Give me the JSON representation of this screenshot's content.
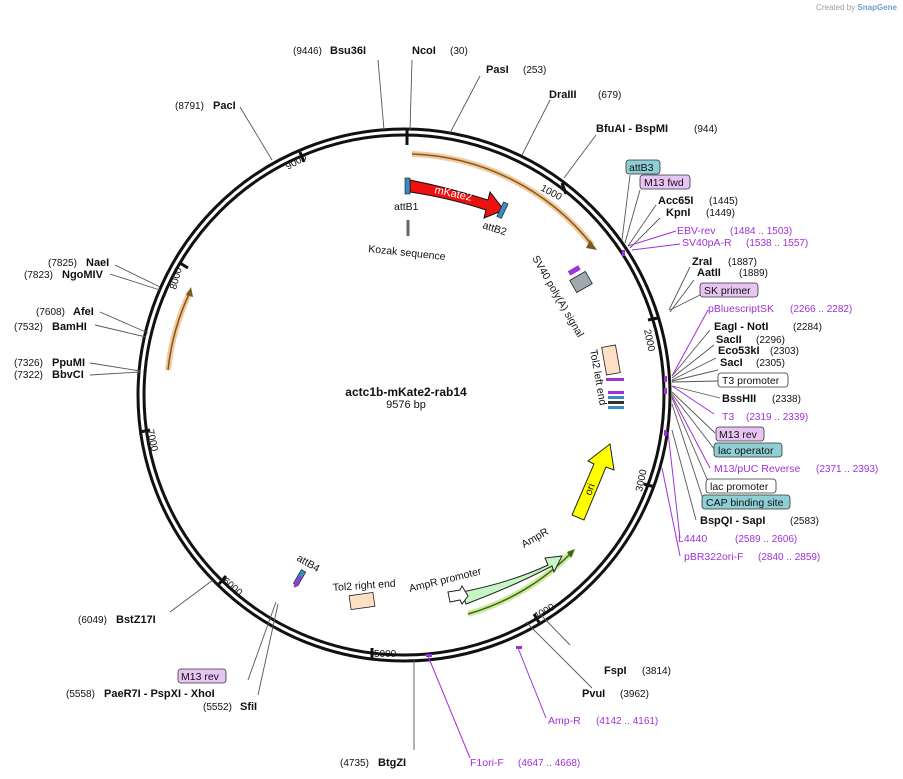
{
  "credit": {
    "prefix": "Created by",
    "brand": "SnapGene"
  },
  "plasmid": {
    "name": "actc1b-mKate2-rab14",
    "length": "9576 bp"
  },
  "ticks": [
    "1000",
    "2000",
    "3000",
    "4000",
    "5000",
    "6000",
    "7000",
    "8000",
    "9000"
  ],
  "enzymes": [
    {
      "pos": "(9446)",
      "name": "Bsu36I"
    },
    {
      "pos": "(30)",
      "name": "NcoI"
    },
    {
      "pos": "(253)",
      "name": "PasI"
    },
    {
      "pos": "(679)",
      "name": "DraIII"
    },
    {
      "pos": "(944)",
      "name": "BfuAI - BspMI"
    },
    {
      "pos": "(1445)",
      "name": "Acc65I"
    },
    {
      "pos": "(1449)",
      "name": "KpnI"
    },
    {
      "pos": "(1887)",
      "name": "ZraI"
    },
    {
      "pos": "(1889)",
      "name": "AatII"
    },
    {
      "pos": "(2284)",
      "name": "EagI - NotI"
    },
    {
      "pos": "(2296)",
      "name": "SacII"
    },
    {
      "pos": "(2303)",
      "name": "Eco53kI"
    },
    {
      "pos": "(2305)",
      "name": "SacI"
    },
    {
      "pos": "(2338)",
      "name": "BssHII"
    },
    {
      "pos": "(2583)",
      "name": "BspQI - SapI"
    },
    {
      "pos": "(3814)",
      "name": "FspI"
    },
    {
      "pos": "(3962)",
      "name": "PvuI"
    },
    {
      "pos": "(4735)",
      "name": "BtgZI"
    },
    {
      "pos": "(5552)",
      "name": "SfiI"
    },
    {
      "pos": "(5558)",
      "name": "PaeR7I - PspXI - XhoI"
    },
    {
      "pos": "(6049)",
      "name": "BstZ17I"
    },
    {
      "pos": "(7322)",
      "name": "BbvCI"
    },
    {
      "pos": "(7326)",
      "name": "PpuMI"
    },
    {
      "pos": "(7532)",
      "name": "BamHI"
    },
    {
      "pos": "(7608)",
      "name": "AfeI"
    },
    {
      "pos": "(7823)",
      "name": "NgoMIV"
    },
    {
      "pos": "(7825)",
      "name": "NaeI"
    },
    {
      "pos": "(8791)",
      "name": "PacI"
    }
  ],
  "primers": [
    {
      "name": "EBV-rev",
      "pos": "(1484 .. 1503)"
    },
    {
      "name": "SV40pA-R",
      "pos": "(1538 .. 1557)"
    },
    {
      "name": "pBluescriptSK",
      "pos": "(2266 .. 2282)"
    },
    {
      "name": "T3",
      "pos": "(2319 .. 2339)"
    },
    {
      "name": "M13/pUC Reverse",
      "pos": "(2371 .. 2393)"
    },
    {
      "name": "L4440",
      "pos": "(2589 .. 2606)"
    },
    {
      "name": "pBR322ori-F",
      "pos": "(2840 .. 2859)"
    },
    {
      "name": "Amp-R",
      "pos": "(4142 .. 4161)"
    },
    {
      "name": "F1ori-F",
      "pos": "(4647 .. 4668)"
    }
  ],
  "boxed_labels": [
    {
      "name": "attB3",
      "color": "#8ecfd6"
    },
    {
      "name": "M13 fwd",
      "color": "#e8c4f4"
    },
    {
      "name": "SK primer",
      "color": "#e8c4f4"
    },
    {
      "name": "T3 promoter",
      "color": "#ffffff"
    },
    {
      "name": "M13 rev",
      "color": "#e8c4f4"
    },
    {
      "name": "lac operator",
      "color": "#8ecfd6"
    },
    {
      "name": "lac promoter",
      "color": "#ffffff"
    },
    {
      "name": "CAP binding site",
      "color": "#8ecfd6"
    },
    {
      "name": "M13 rev",
      "color": "#e8c4f4"
    }
  ],
  "features": {
    "mKate2": "mKate2",
    "attB1": "attB1",
    "attB2": "attB2",
    "kozak": "Kozak sequence",
    "sv40": "SV40 poly(A) signal",
    "tol2left": "Tol2 left end",
    "ori": "ori",
    "ampr": "AmpR",
    "amprpromoter": "AmpR promoter",
    "tol2right": "Tol2 right end",
    "attB4": "attB4"
  },
  "colors": {
    "mKate2": "#ee1111",
    "ori": "#ffff00",
    "AmpR": "#c6f5c6",
    "primer": "#a030d8",
    "orf": "#f5c89a"
  }
}
